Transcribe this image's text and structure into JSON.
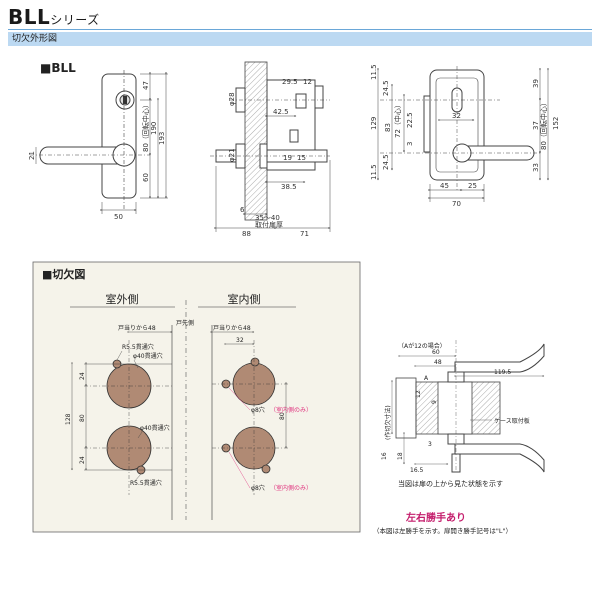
{
  "header": {
    "series_main": "BLL",
    "series_suffix": "シリーズ",
    "section_label": "切欠外形図"
  },
  "outline_panel": {
    "label": "■BLL",
    "front_view_dims": [
      "47",
      "193",
      "190",
      "80（回転中心）",
      "60",
      "21",
      "50"
    ],
    "side_view_dims": [
      "29.5",
      "12",
      "φ28",
      "42.5",
      "φ21",
      "19",
      "15",
      "38.5",
      "6",
      "35〜40",
      "取付扉厚",
      "88",
      "71"
    ],
    "back_view_dims": [
      "11.5",
      "24.5",
      "39",
      "129",
      "72（中心）",
      "83",
      "3",
      "22.5",
      "37",
      "152",
      "80（回転中心）",
      "24.5",
      "33",
      "11.5",
      "45",
      "25",
      "70",
      "32"
    ]
  },
  "cutout_panel": {
    "label": "■切欠図",
    "outdoor_side": "室外側",
    "indoor_side": "室内側",
    "door_edge": "戸先側",
    "outdoor_annotations": [
      "戸当りから48",
      "R5.5貫通穴",
      "φ40貫通穴",
      "φ40貫通穴",
      "R5.5貫通穴"
    ],
    "indoor_annotations": [
      "戸当りから48",
      "32"
    ],
    "indoor_hole_a": "φ8穴",
    "indoor_hole_a_note": "（室内側のみ）",
    "indoor_hole_b": "φ8穴",
    "indoor_hole_b_note": "（室内側のみ）",
    "outdoor_dims": [
      "128",
      "24",
      "80",
      "24"
    ],
    "indoor_dims": [
      "80"
    ]
  },
  "top_view": {
    "a_note": "（Aが12の場合）",
    "dims": [
      "60",
      "48",
      "A",
      "119.5",
      "12",
      "9",
      "16",
      "18",
      "3",
      "16.5",
      "(作切欠寸法)"
    ],
    "case_label": "ケース取付板",
    "caption": "当図は扉の上から見た状態を示す"
  },
  "handing": {
    "title": "左右勝手あり",
    "note": "（本図は左勝手を示す。扉開き勝手記号は\"L\"）"
  },
  "colors": {
    "band": "#bcd9f2",
    "rule": "#6aa7d8",
    "line": "#3a3a3a",
    "outline": "#555555",
    "panel": "#f5f3ea",
    "pink_label": "#e0337e",
    "handing_title": "#c41c6b"
  }
}
